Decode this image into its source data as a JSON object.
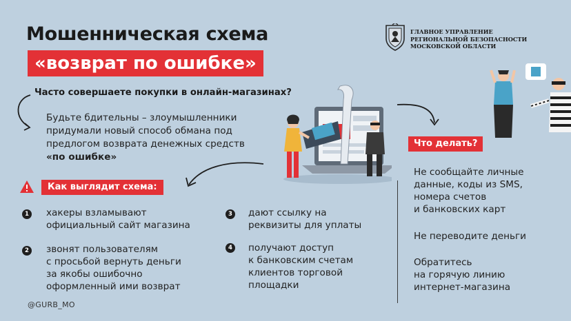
{
  "header": {
    "title_line1": "Мошенническая схема",
    "title_line2": "«возврат по ошибке»"
  },
  "org": {
    "line1": "ГЛАВНОЕ УПРАВЛЕНИЕ",
    "line2": "РЕГИОНАЛЬНОЙ БЕЗОПАСНОСТИ",
    "line3": "МОСКОВСКОЙ ОБЛАСТИ",
    "logo_icon": "coat-of-arms-icon"
  },
  "intro": {
    "question": "Часто совершаете покупки в онлайн-магазинах?",
    "warning_lines": [
      "Будьте бдительны – злоумышленники",
      "придумали новый способ обмана под",
      "предлогом возврата денежных средств"
    ],
    "warning_bold": "«по ошибке»"
  },
  "scheme": {
    "label": "Как выглядит схема:",
    "steps": [
      {
        "num": "1",
        "lines": [
          "хакеры взламывают",
          "официальный сайт магазина"
        ]
      },
      {
        "num": "2",
        "lines": [
          "звонят пользователям",
          "с просьбой вернуть деньги",
          "за якобы ошибочно",
          "оформленный ими возврат"
        ]
      },
      {
        "num": "3",
        "lines": [
          "дают ссылку на",
          "реквизиты для уплаты"
        ]
      },
      {
        "num": "4",
        "lines": [
          "получают доступ",
          "к банковским счетам",
          "клиентов торговой",
          "площадки"
        ]
      }
    ]
  },
  "todo": {
    "label": "Что делать?",
    "advice": [
      [
        "Не сообщайте личные",
        "данные, коды из SMS,",
        "номера счетов",
        "и банковских карт"
      ],
      [
        "Не переводите деньги"
      ],
      [
        "Обратитесь",
        "на горячую линию",
        "интернет-магазина"
      ]
    ]
  },
  "footer": {
    "handle": "@GURB_MO"
  },
  "colors": {
    "background": "#bed0df",
    "accent": "#e33136",
    "text": "#1f1f1f"
  }
}
